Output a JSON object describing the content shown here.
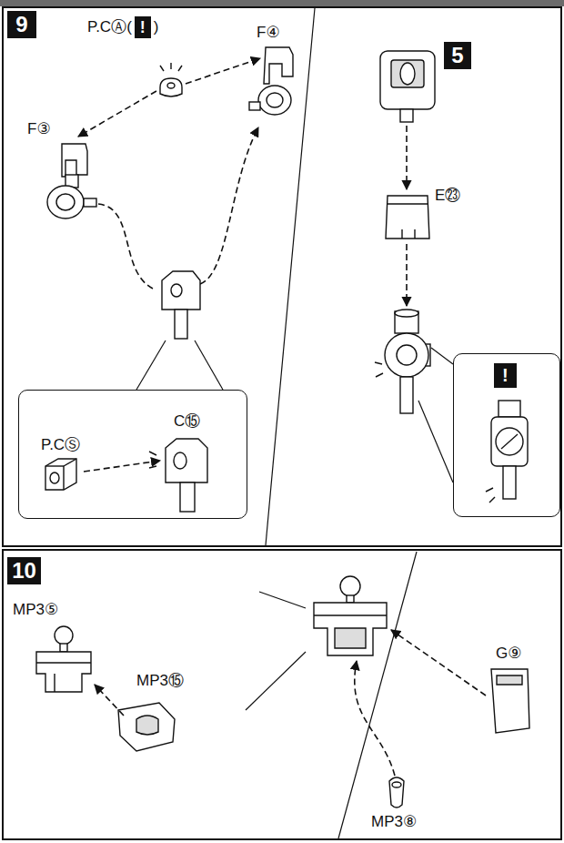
{
  "diagram": {
    "nodes": [
      {
        "text": [
          "9"
        ]
      },
      {
        "text": [
          "!"
        ]
      },
      {
        "text": [
          "C⑮",
          "P.CⓈ"
        ]
      },
      {
        "text": [
          "5"
        ]
      },
      {
        "text": [
          "!"
        ]
      },
      {
        "text": [
          "10"
        ]
      }
    ],
    "labels": [
      "P.CⒶ(",
      ")",
      "F④",
      "F③",
      "E㉓",
      "MP3⑤",
      "MP3⑮",
      "G⑨",
      "MP3⑧"
    ]
  }
}
